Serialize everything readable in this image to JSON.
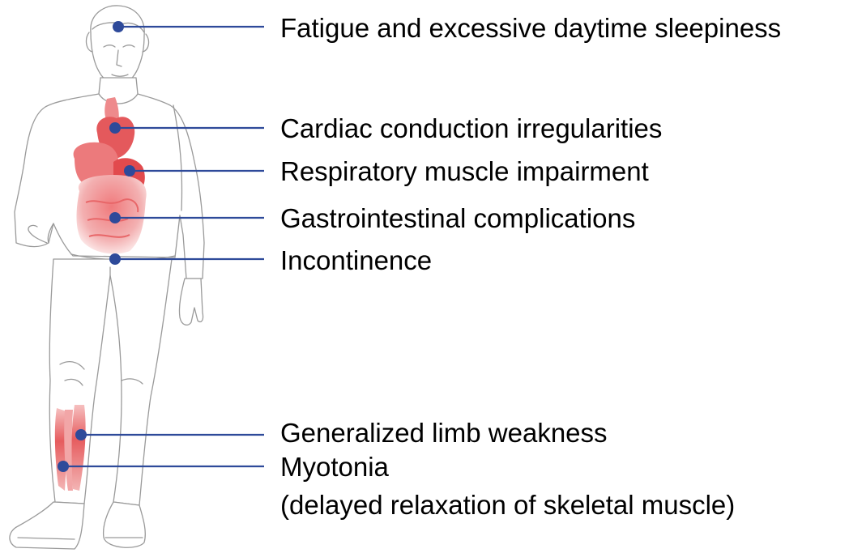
{
  "labels": {
    "fatigue": "Fatigue and excessive daytime sleepiness",
    "cardiac": "Cardiac conduction irregularities",
    "respiratory": "Respiratory muscle impairment",
    "gastro": "Gastrointestinal complications",
    "incontinence": "Incontinence",
    "limb": "Generalized limb weakness",
    "myotonia_line1": "Myotonia",
    "myotonia_line2": "(delayed relaxation of skeletal muscle)"
  },
  "colors": {
    "leader_line": "#2e4a9a",
    "dot": "#2e4a9a",
    "organ_red": "#e0464a",
    "organ_light": "#f4a5a6",
    "muscle_red": "#e05a5c",
    "outline": "#9a9a9a",
    "text": "#000000"
  },
  "icons": {
    "figure": "human-figure-illustration"
  }
}
